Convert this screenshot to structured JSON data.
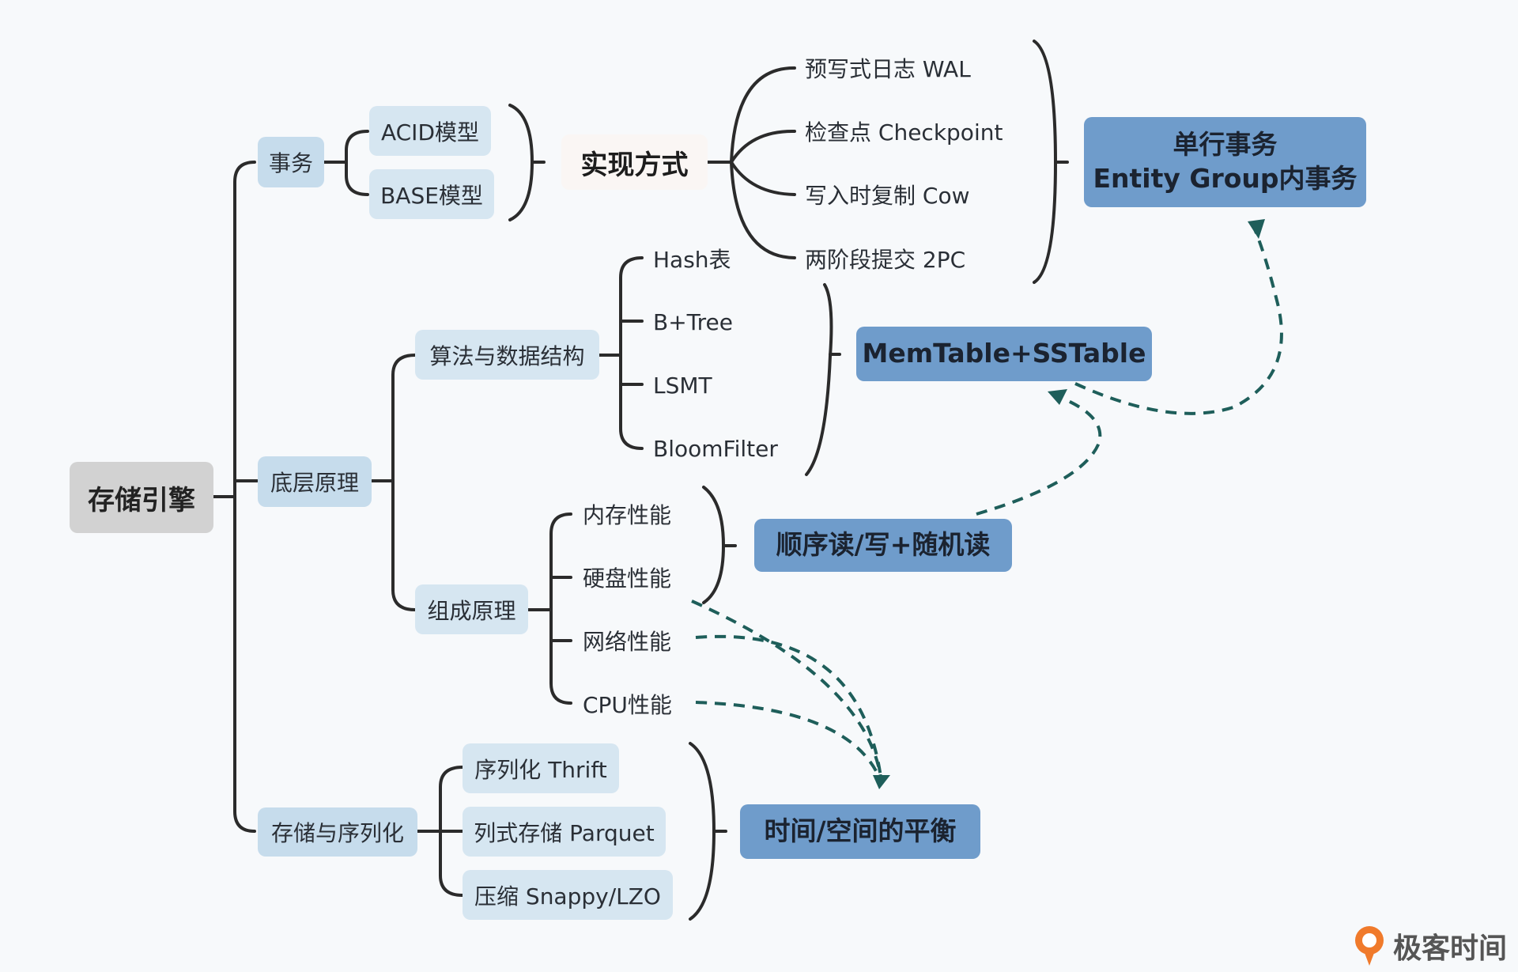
{
  "root": "存储引擎",
  "branches": {
    "transaction": "事务",
    "principle": "底层原理",
    "storage": "存储与序列化"
  },
  "transaction": {
    "models": [
      "ACID模型",
      "BASE模型"
    ],
    "impl_title": "实现方式",
    "impl_items": [
      "预写式日志 WAL",
      "检查点 Checkpoint",
      "写入时复制 Cow",
      "两阶段提交 2PC"
    ],
    "summary_line1": "单行事务",
    "summary_line2": "Entity Group内事务"
  },
  "principle": {
    "algo": "算法与数据结构",
    "algo_items": [
      "Hash表",
      "B+Tree",
      "LSMT",
      "BloomFilter"
    ],
    "algo_summary": "MemTable+SSTable",
    "composition": "组成原理",
    "comp_items": [
      "内存性能",
      "硬盘性能",
      "网络性能",
      "CPU性能"
    ],
    "comp_summary": "顺序读/写+随机读"
  },
  "storage": {
    "items": [
      "序列化 Thrift",
      "列式存储 Parquet",
      "压缩 Snappy/LZO"
    ],
    "summary": "时间/空间的平衡"
  },
  "watermark": "极客时间",
  "colors": {
    "line": "#2b2b2b",
    "arrow": "#1e5e5a",
    "summary_bg": "#6f9ccb",
    "node_bg": "#c6dcec"
  }
}
